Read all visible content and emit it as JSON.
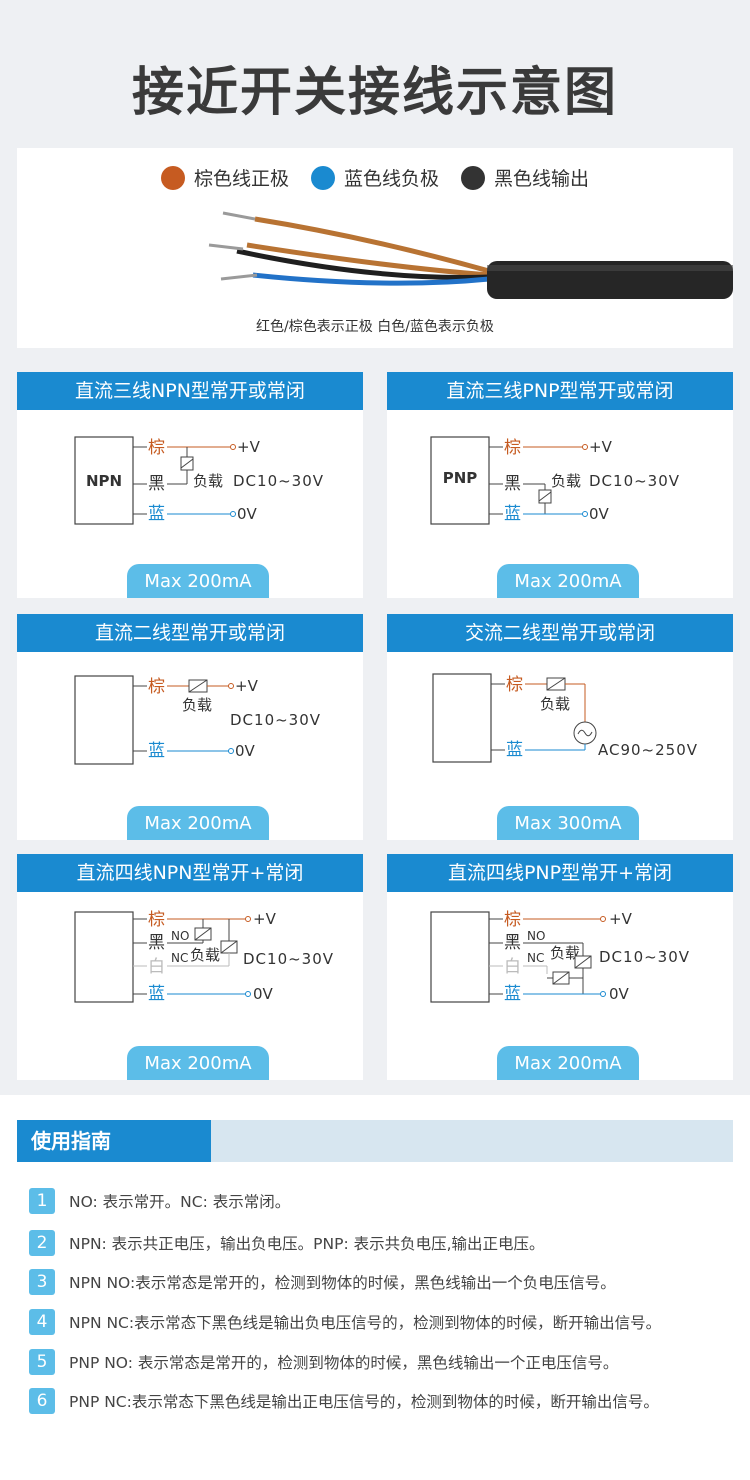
{
  "title": "接近开关接线示意图",
  "colors": {
    "brown": "#c65b21",
    "blue": "#1a8ad0",
    "black": "#333333",
    "white_wire": "#bbbbbb",
    "badge": "#5cbde8"
  },
  "legend": [
    {
      "color": "#c65b21",
      "label": "棕色线正极"
    },
    {
      "color": "#1a8ad0",
      "label": "蓝色线负极"
    },
    {
      "color": "#333333",
      "label": "黑色线输出"
    }
  ],
  "cable_note": "红色/棕色表示正极  白色/蓝色表示负极",
  "panels": [
    {
      "title": "直流三线NPN型常开或常闭",
      "device": "NPN",
      "wires": [
        "棕",
        "黑",
        "蓝"
      ],
      "load": "负载",
      "voltage": "DC10~30V",
      "pos": "+V",
      "neg": "0V",
      "max": "Max 200mA"
    },
    {
      "title": "直流三线PNP型常开或常闭",
      "device": "PNP",
      "wires": [
        "棕",
        "黑",
        "蓝"
      ],
      "load": "负载",
      "voltage": "DC10~30V",
      "pos": "+V",
      "neg": "0V",
      "max": "Max 200mA"
    },
    {
      "title": "直流二线型常开或常闭",
      "wires": [
        "棕",
        "蓝"
      ],
      "load": "负载",
      "voltage": "DC10~30V",
      "pos": "+V",
      "neg": "0V",
      "max": "Max 200mA"
    },
    {
      "title": "交流二线型常开或常闭",
      "wires": [
        "棕",
        "蓝"
      ],
      "load": "负载",
      "voltage": "AC90~250V",
      "max": "Max 300mA"
    },
    {
      "title": "直流四线NPN型常开+常闭",
      "wires": [
        "棕",
        "黑",
        "白",
        "蓝"
      ],
      "no": "NO",
      "nc": "NC",
      "load": "负载",
      "voltage": "DC10~30V",
      "pos": "+V",
      "neg": "0V",
      "max": "Max 200mA"
    },
    {
      "title": "直流四线PNP型常开+常闭",
      "wires": [
        "棕",
        "黑",
        "白",
        "蓝"
      ],
      "no": "NO",
      "nc": "NC",
      "load": "负载",
      "voltage": "DC10~30V",
      "pos": "+V",
      "neg": "0V",
      "max": "Max 200mA"
    }
  ],
  "guide": {
    "title": "使用指南",
    "items": [
      {
        "n": "1",
        "text": "NO: 表示常开。NC: 表示常闭。"
      },
      {
        "n": "2",
        "text": "NPN: 表示共正电压，输出负电压。PNP: 表示共负电压,输出正电压。"
      },
      {
        "n": "3",
        "text": "NPN NO:表示常态是常开的，检测到物体的时候，黑色线输出一个负电压信号。"
      },
      {
        "n": "4",
        "text": "NPN NC:表示常态下黑色线是输出负电压信号的，检测到物体的时候，断开输出信号。"
      },
      {
        "n": "5",
        "text": "PNP NO: 表示常态是常开的，检测到物体的时候，黑色线输出一个正电压信号。"
      },
      {
        "n": "6",
        "text": "PNP NC:表示常态下黑色线是输出正电压信号的，检测到物体的时候，断开输出信号。"
      }
    ]
  }
}
